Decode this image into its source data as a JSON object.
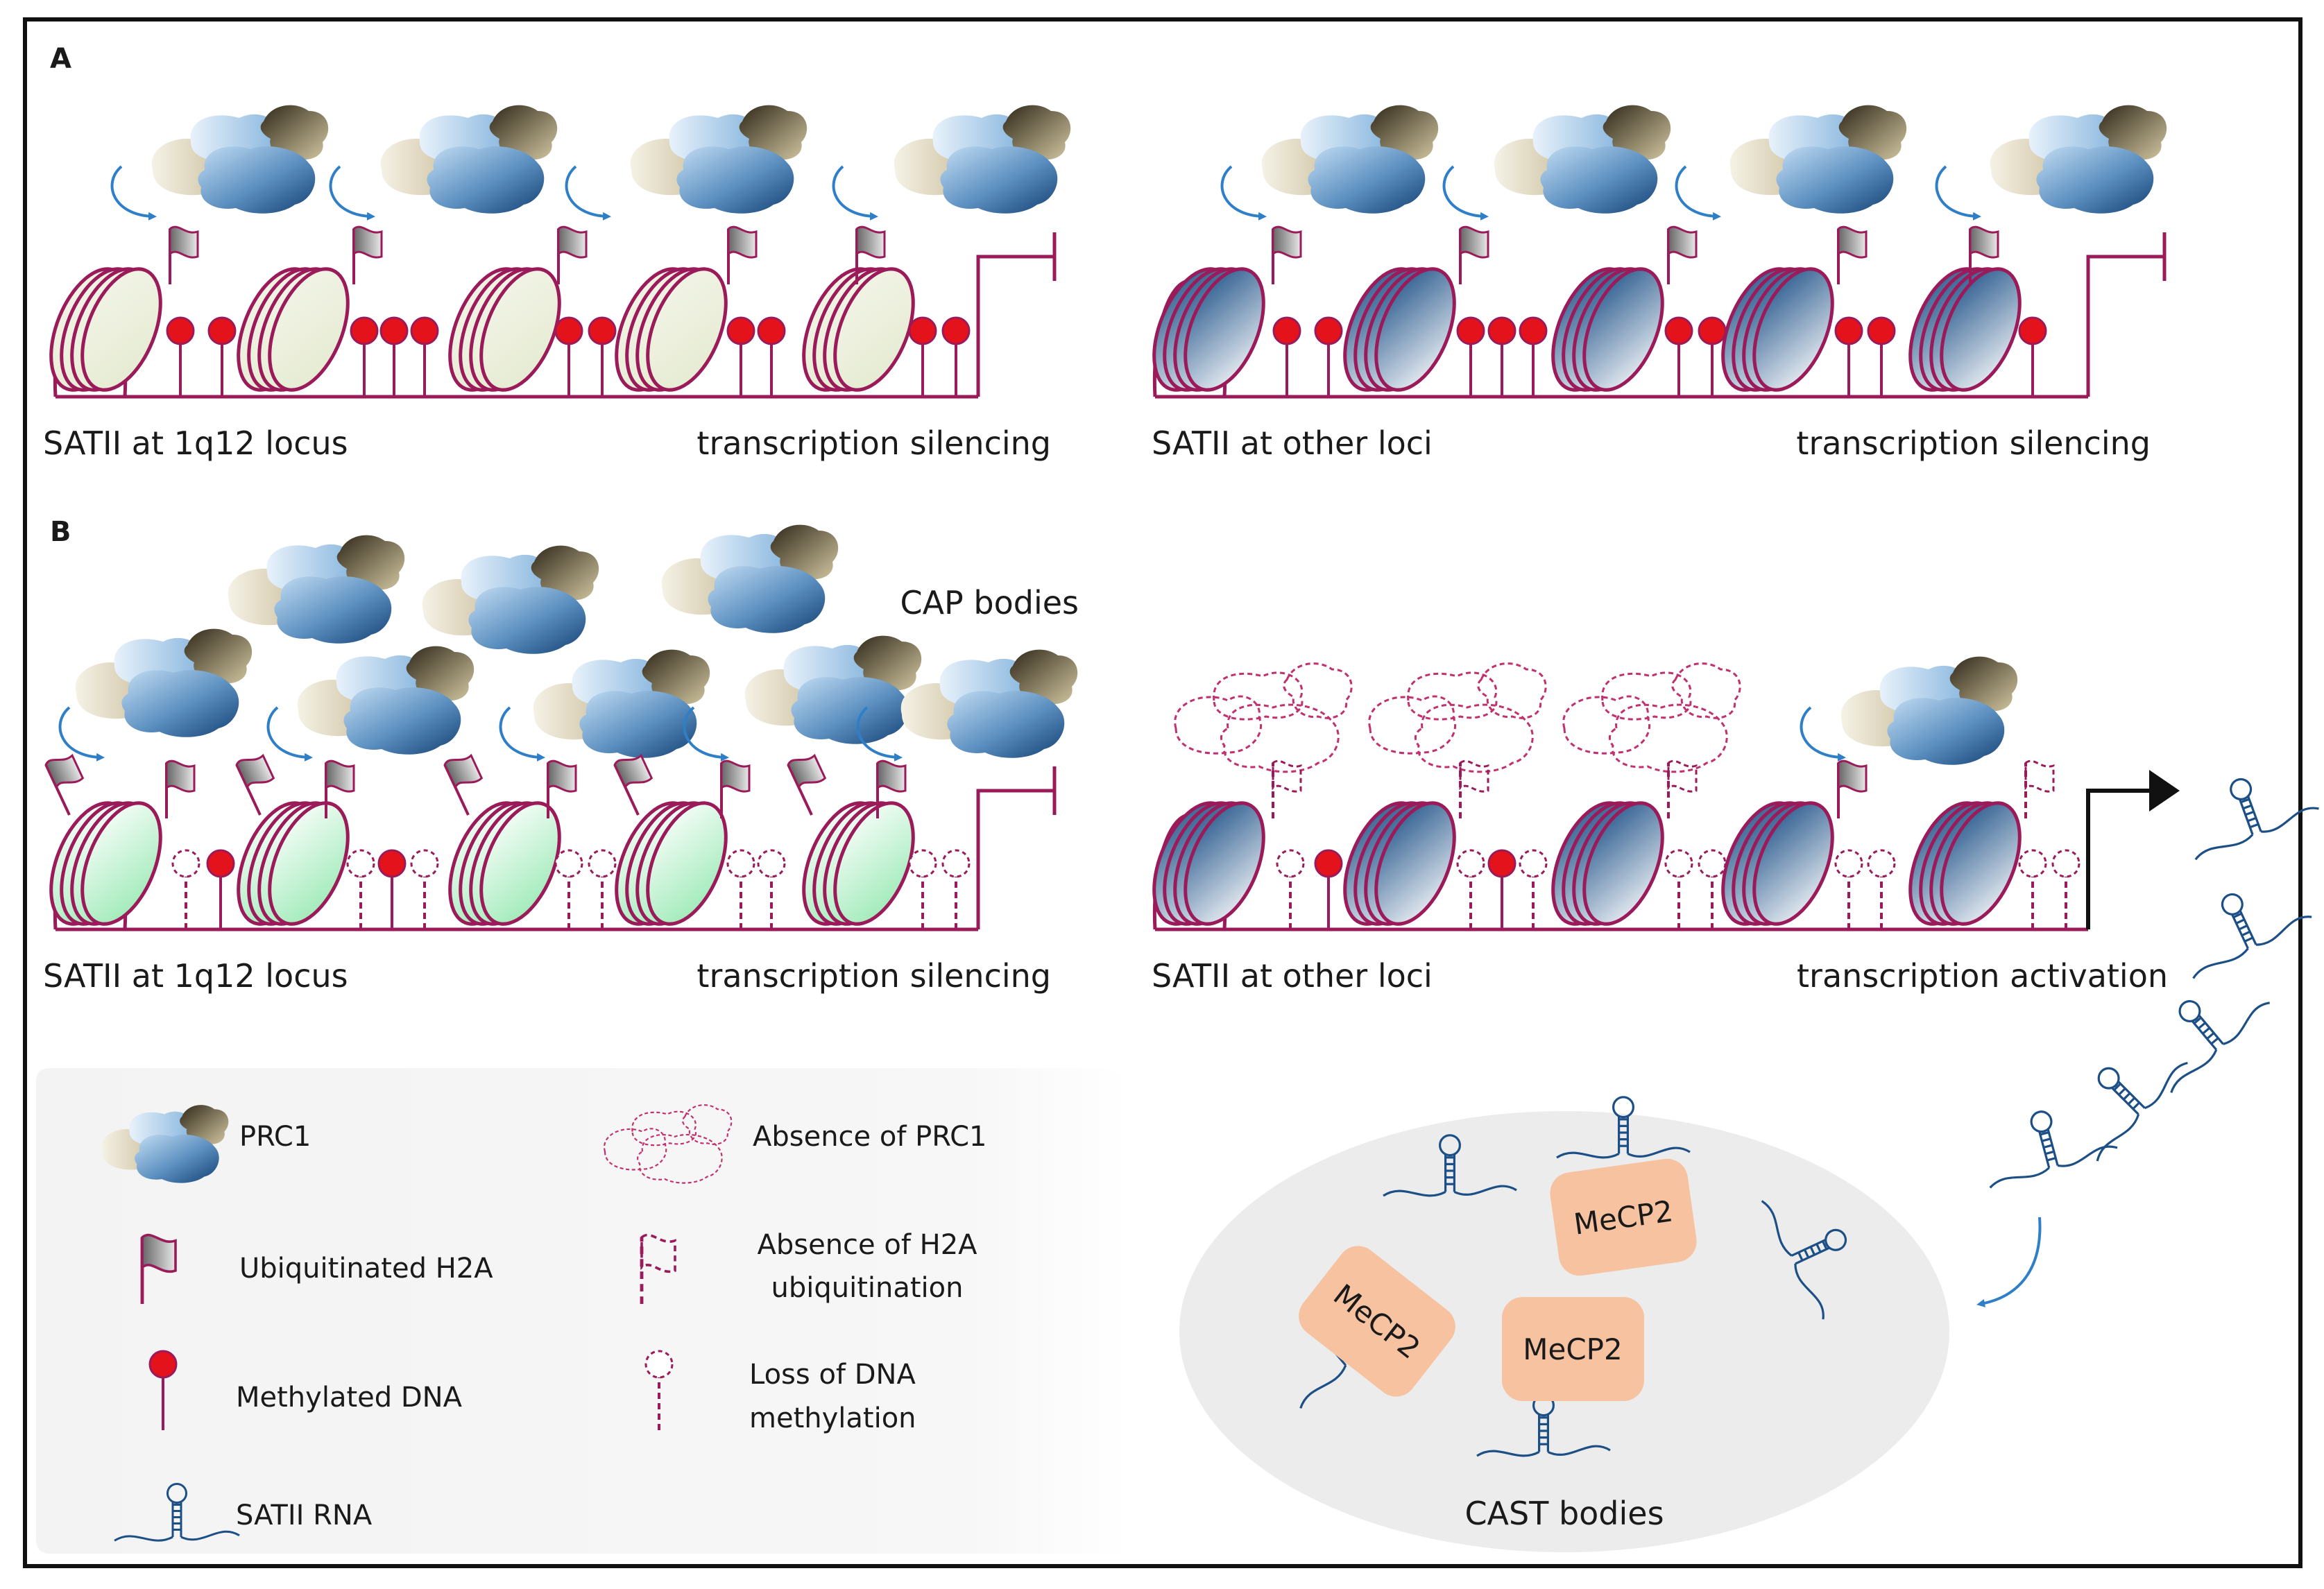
{
  "panels": {
    "a": {
      "letter": "A",
      "left_label": "SATII at 1q12 locus",
      "left_outcome": "transcription silencing",
      "right_label": "SATII at other loci",
      "right_outcome": "transcription silencing"
    },
    "b": {
      "letter": "B",
      "cap_bodies_label": "CAP bodies",
      "left_label": "SATII at 1q12 locus",
      "left_outcome": "transcription silencing",
      "right_label": "SATII at other loci",
      "right_outcome": "transcription activation"
    }
  },
  "legend": {
    "prc1": "PRC1",
    "ub_h2a": "Ubiquitinated H2A",
    "methylated_dna": "Methylated DNA",
    "satii_rna": "SATII RNA",
    "absence_prc1": "Absence of PRC1",
    "absence_h2a_line1": "Absence of H2A",
    "absence_h2a_line2": "ubiquitination",
    "loss_dna_line1": "Loss of DNA",
    "loss_dna_line2": "methylation"
  },
  "cast": {
    "label": "CAST bodies",
    "protein": "MeCP2"
  },
  "colors": {
    "dna": "#9b1b5a",
    "methyl": "#e4121b",
    "blue": "#1c4f86",
    "tan": "#7a6a45",
    "arrow": "#2f7fc8"
  }
}
